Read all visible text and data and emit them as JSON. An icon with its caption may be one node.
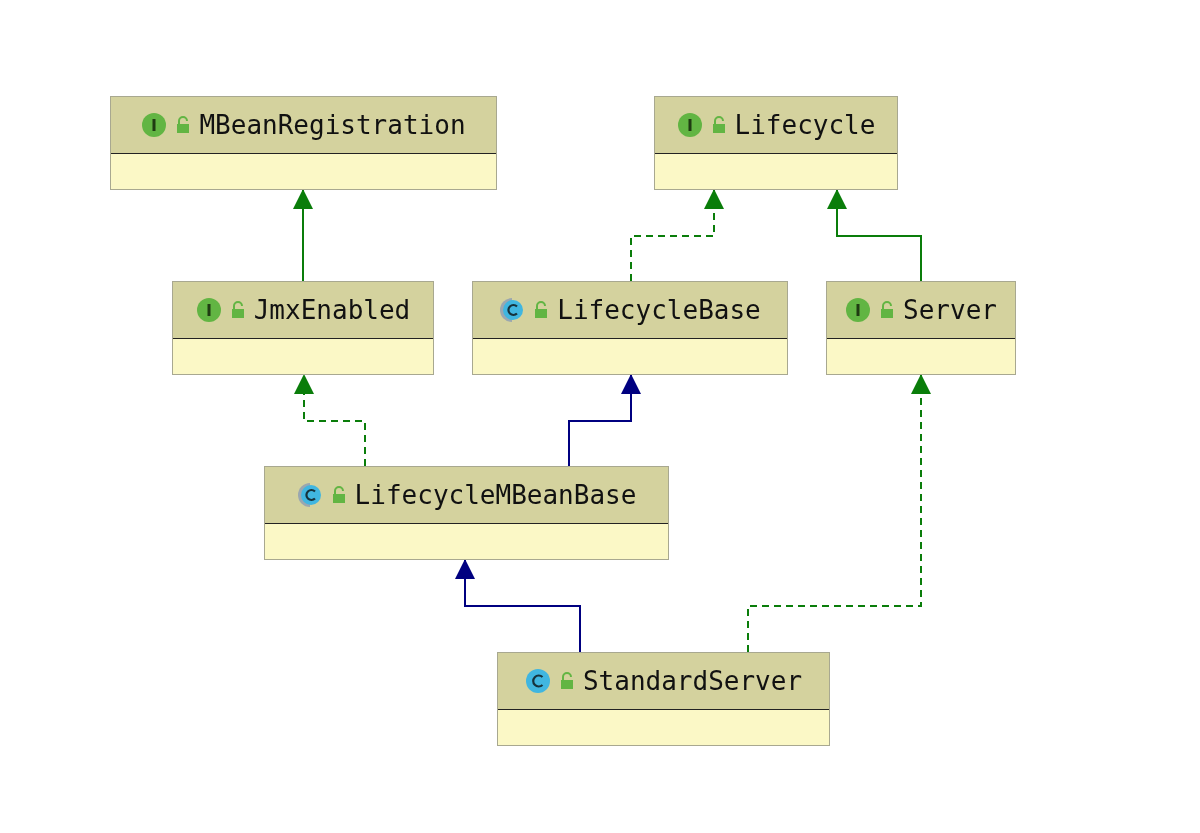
{
  "diagram": {
    "nodes": [
      {
        "text": [
          "MBeanRegistration"
        ]
      },
      {
        "text": [
          "Lifecycle"
        ]
      },
      {
        "text": [
          "JmxEnabled"
        ]
      },
      {
        "text": [
          "LifecycleBase"
        ]
      },
      {
        "text": [
          "Server"
        ]
      },
      {
        "text": [
          "LifecycleMBeanBase"
        ]
      },
      {
        "text": [
          "StandardServer"
        ]
      }
    ],
    "edges": [
      {
        "from": 2,
        "to": 0,
        "arrow": "to"
      },
      {
        "from": 3,
        "to": 1,
        "arrow": "to",
        "style": "dashed"
      },
      {
        "from": 4,
        "to": 1,
        "arrow": "to"
      },
      {
        "from": 5,
        "to": 2,
        "arrow": "to",
        "style": "dashed"
      },
      {
        "from": 5,
        "to": 3,
        "arrow": "to",
        "color": "#000080"
      },
      {
        "from": 6,
        "to": 5,
        "arrow": "to",
        "color": "#000080"
      },
      {
        "from": 6,
        "to": 4,
        "arrow": "to",
        "style": "dashed"
      }
    ]
  }
}
